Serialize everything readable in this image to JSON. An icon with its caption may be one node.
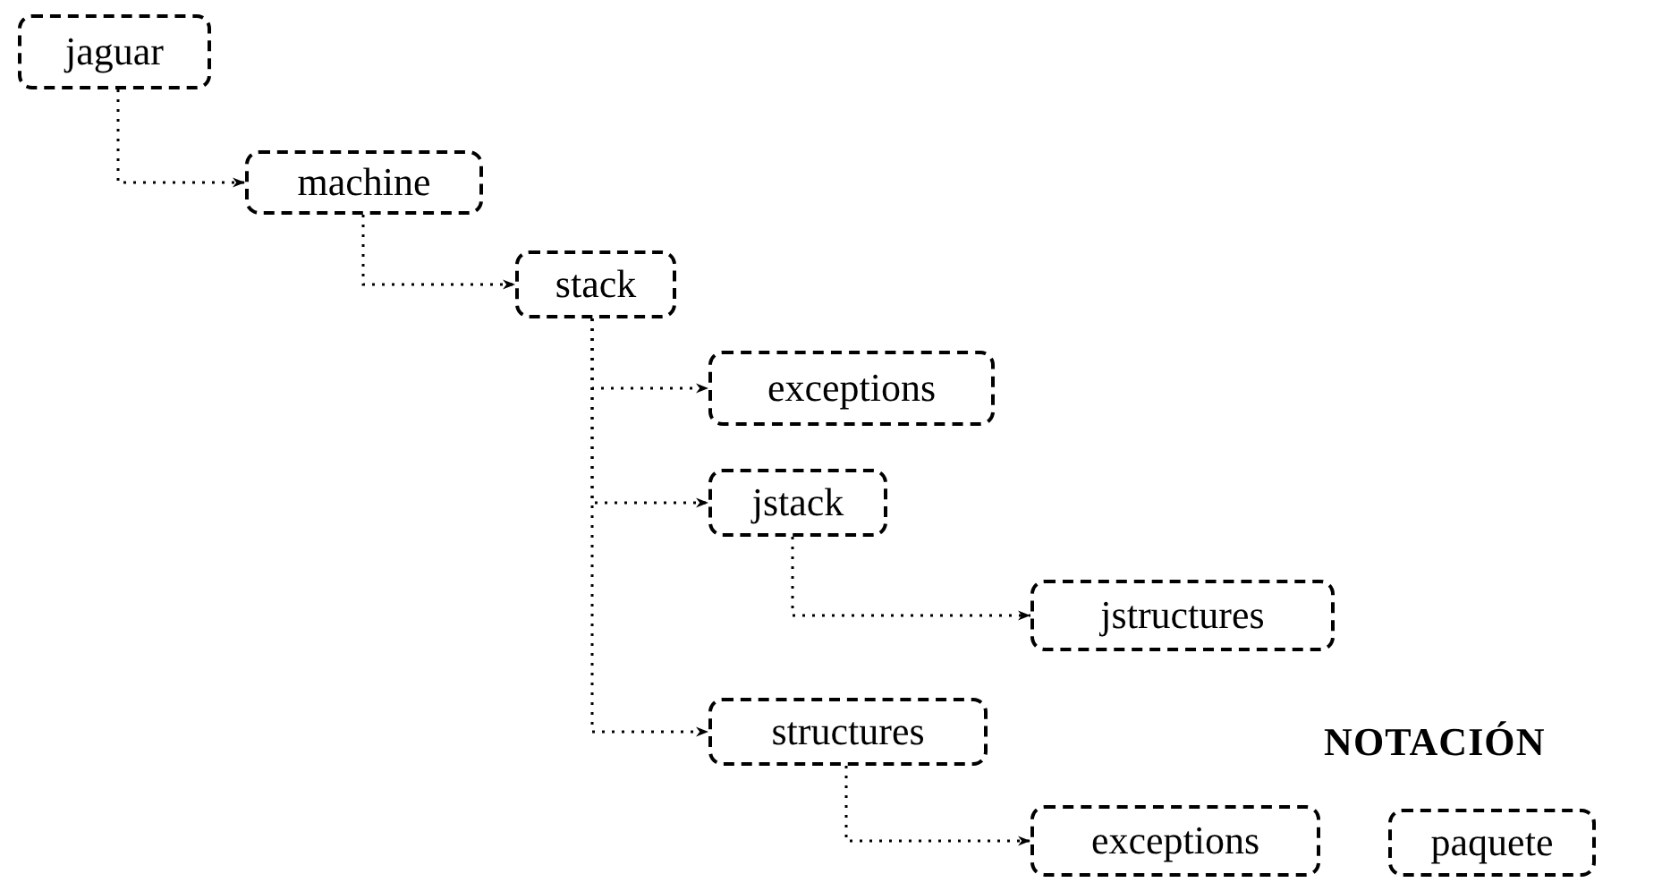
{
  "diagram": {
    "nodes": [
      {
        "text": [
          "jaguar"
        ]
      },
      {
        "text": [
          "machine"
        ]
      },
      {
        "text": [
          "stack"
        ]
      },
      {
        "text": [
          "exceptions"
        ]
      },
      {
        "text": [
          "jstack"
        ]
      },
      {
        "text": [
          "jstructures"
        ]
      },
      {
        "text": [
          "structures"
        ]
      },
      {
        "text": [
          "exceptions"
        ]
      },
      {
        "text": [
          "paquete"
        ]
      }
    ],
    "edges": [
      {
        "from": 0,
        "to": 1,
        "arrow": "to"
      },
      {
        "from": 1,
        "to": 2,
        "arrow": "to"
      },
      {
        "from": 2,
        "to": 3,
        "arrow": "to"
      },
      {
        "from": 2,
        "to": 4,
        "arrow": "to"
      },
      {
        "from": 4,
        "to": 5,
        "arrow": "to"
      },
      {
        "from": 2,
        "to": 6,
        "arrow": "to"
      },
      {
        "from": 6,
        "to": 7,
        "arrow": "to"
      }
    ],
    "labels": [
      "NOTACIÓN"
    ]
  }
}
